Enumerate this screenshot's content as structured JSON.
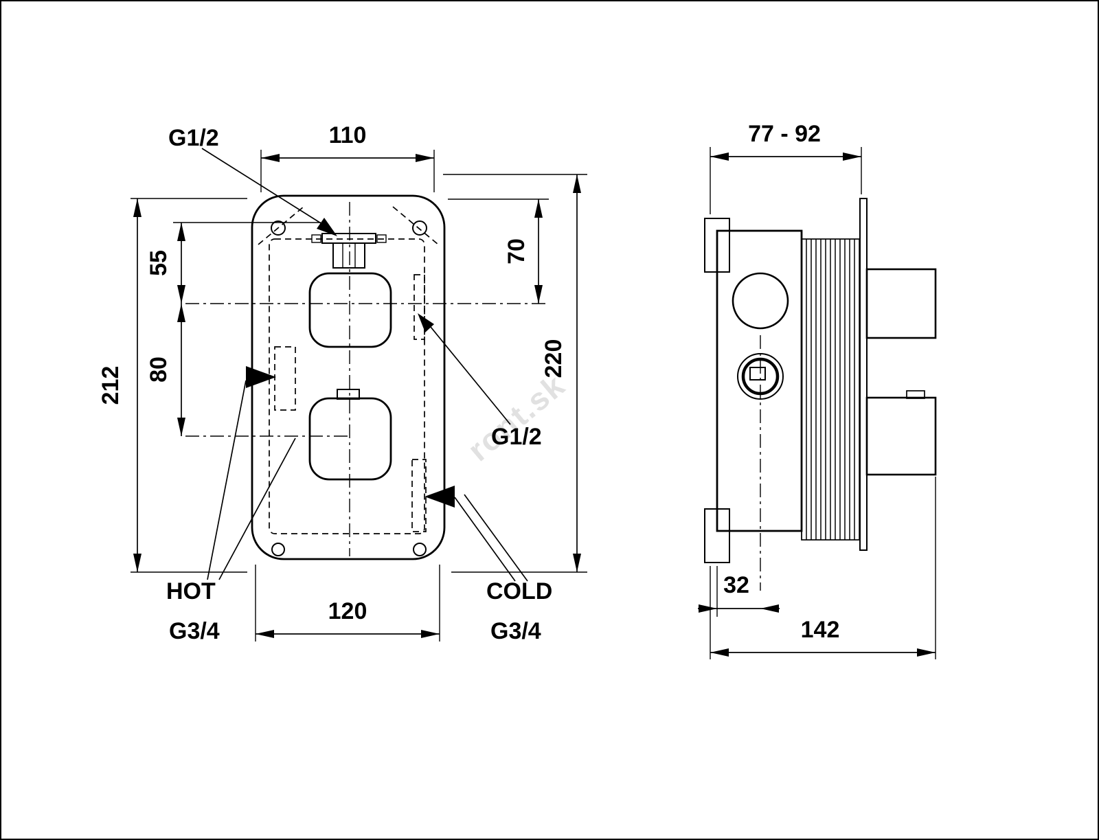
{
  "drawing": {
    "watermark": "ront.sk",
    "front_view": {
      "top_thread_label": "G1/2",
      "mid_thread_label": "G1/2",
      "hot_label": "HOT",
      "hot_thread_label": "G3/4",
      "cold_label": "COLD",
      "cold_thread_label": "G3/4",
      "dims": {
        "top_width": "110",
        "bottom_width": "120",
        "left_height": "212",
        "right_height": "220",
        "top_to_axis": "55",
        "axis_spacing": "80",
        "top_offset": "70"
      }
    },
    "side_view": {
      "dims": {
        "depth_range": "77 - 92",
        "center_offset": "32",
        "total_depth": "142"
      }
    }
  }
}
